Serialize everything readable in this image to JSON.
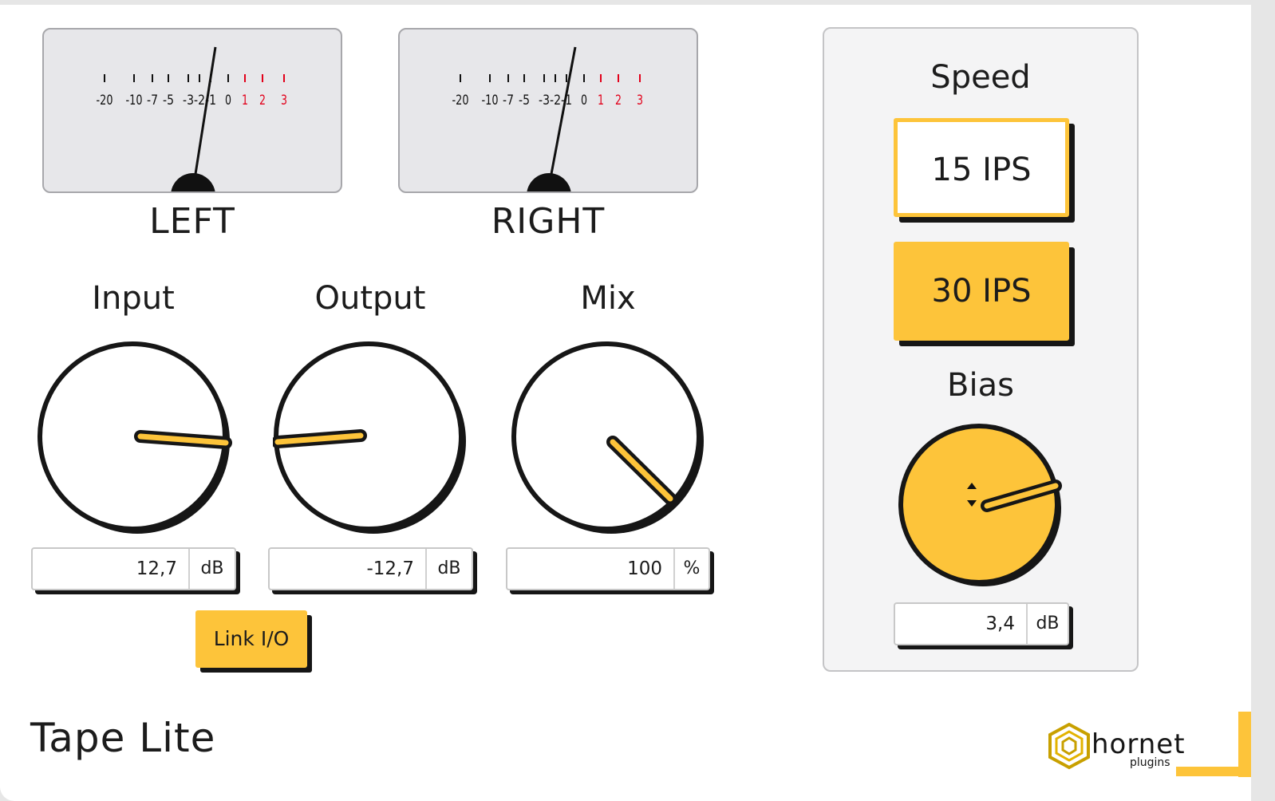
{
  "plugin": {
    "name": "Tape Lite"
  },
  "meters": {
    "scale": [
      "-20",
      "-10",
      "-7",
      "-5",
      "-3",
      "-2",
      "-1",
      "0",
      "1",
      "2",
      "3"
    ],
    "left": {
      "label": "LEFT"
    },
    "right": {
      "label": "RIGHT"
    }
  },
  "controls": {
    "input": {
      "label": "Input",
      "value": "12,7",
      "unit": "dB"
    },
    "output": {
      "label": "Output",
      "value": "-12,7",
      "unit": "dB"
    },
    "mix": {
      "label": "Mix",
      "value": "100",
      "unit": "%"
    },
    "link_label": "Link I/O"
  },
  "speed": {
    "title": "Speed",
    "option_15": "15 IPS",
    "option_30": "30 IPS",
    "selected": "30 IPS"
  },
  "bias": {
    "label": "Bias",
    "value": "3,4",
    "unit": "dB"
  },
  "brand": {
    "name": "hornet",
    "sub": "plugins"
  },
  "colors": {
    "accent": "#fdc43a",
    "dark": "#161616",
    "meter_bg": "#e7e7ea",
    "meter_red": "#e2001a"
  }
}
